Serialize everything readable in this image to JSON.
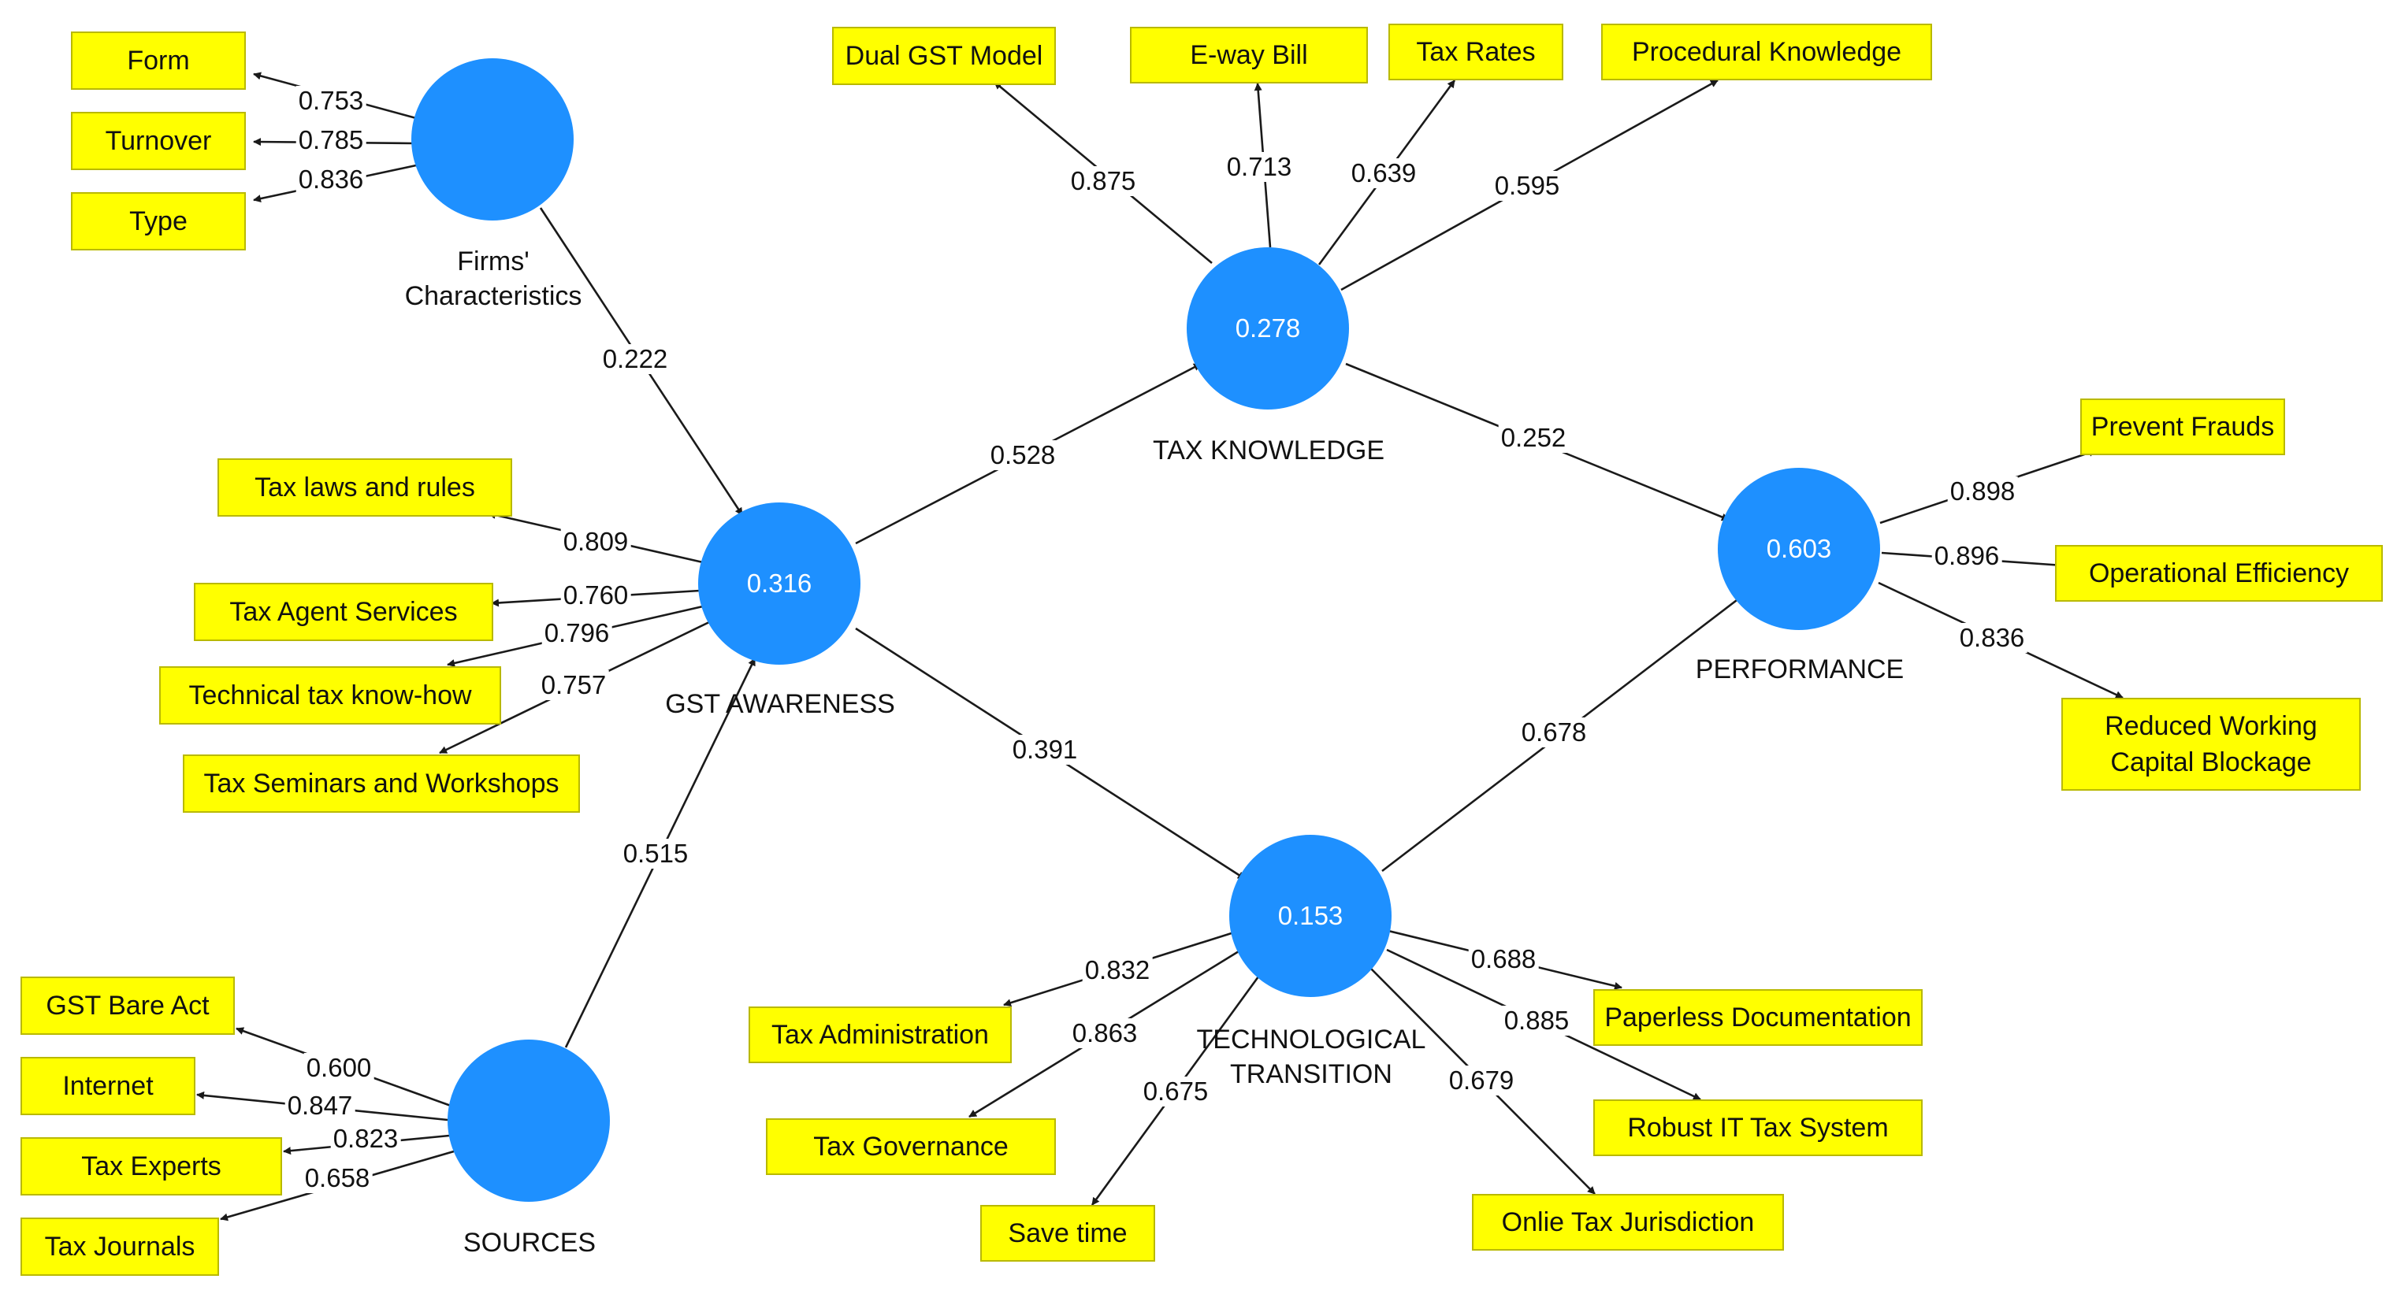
{
  "constructs": {
    "firms": {
      "label": "Firms'\nCharacteristics",
      "value": ""
    },
    "gst": {
      "label": "GST AWARENESS",
      "value": "0.316"
    },
    "sources": {
      "label": "SOURCES",
      "value": ""
    },
    "tax_knowledge": {
      "label": "TAX KNOWLEDGE",
      "value": "0.278"
    },
    "tech": {
      "label": "TECHNOLOGICAL\nTRANSITION",
      "value": "0.153"
    },
    "performance": {
      "label": "PERFORMANCE",
      "value": "0.603"
    }
  },
  "indicators": {
    "form": "Form",
    "turnover": "Turnover",
    "type": "Type",
    "tax_laws": "Tax laws and rules",
    "tax_agent": "Tax Agent Services",
    "tech_knowhow": "Technical tax know-how",
    "seminars": "Tax Seminars and Workshops",
    "gst_bare": "GST Bare Act",
    "internet": "Internet",
    "tax_experts": "Tax Experts",
    "tax_journals": "Tax Journals",
    "dual_gst": "Dual GST Model",
    "eway": "E-way Bill",
    "tax_rates": "Tax Rates",
    "procedural": "Procedural Knowledge",
    "prevent_frauds": "Prevent Frauds",
    "op_efficiency": "Operational Efficiency",
    "reduced_wc": "Reduced Working\nCapital Blockage",
    "tax_admin": "Tax Administration",
    "tax_gov": "Tax Governance",
    "save_time": "Save time",
    "paperless": "Paperless Documentation",
    "robust_it": "Robust IT Tax System",
    "onlie_tax": "Onlie Tax Jurisdiction"
  },
  "weights": {
    "firms_form": "0.753",
    "firms_turnover": "0.785",
    "firms_type": "0.836",
    "firms_gst": "0.222",
    "gst_tax_laws": "0.809",
    "gst_tax_agent": "0.760",
    "gst_tech_knowhow": "0.796",
    "gst_seminars": "0.757",
    "sources_gst": "0.515",
    "sources_gst_bare": "0.600",
    "sources_internet": "0.847",
    "sources_tax_experts": "0.823",
    "sources_tax_journals": "0.658",
    "gst_taxk": "0.528",
    "gst_tech": "0.391",
    "taxk_dual": "0.875",
    "taxk_eway": "0.713",
    "taxk_rates": "0.639",
    "taxk_procedural": "0.595",
    "taxk_perf": "0.252",
    "tech_perf": "0.678",
    "perf_frauds": "0.898",
    "perf_efficiency": "0.896",
    "perf_wc": "0.836",
    "tech_admin": "0.832",
    "tech_gov": "0.863",
    "tech_save": "0.675",
    "tech_paperless": "0.688",
    "tech_robust": "0.885",
    "tech_onlie": "0.679"
  }
}
